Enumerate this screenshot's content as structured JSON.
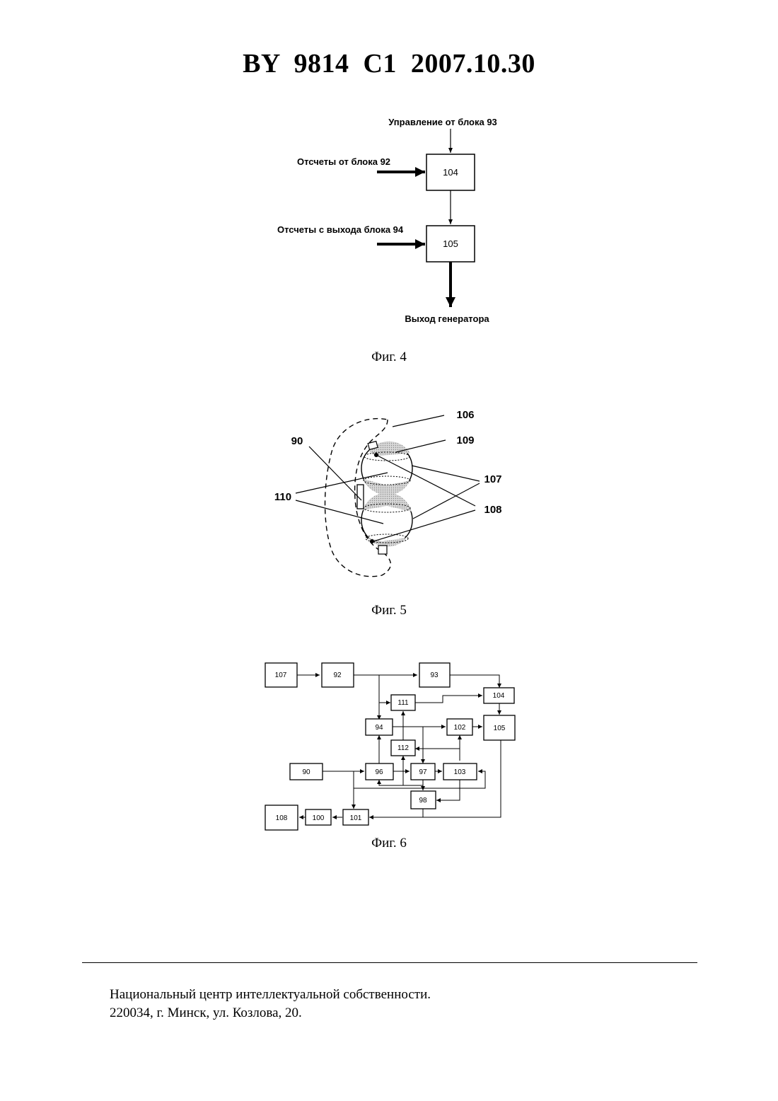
{
  "header": {
    "title": "BY  9814  C1  2007.10.30"
  },
  "fig4": {
    "caption": "Фиг. 4",
    "label_control": "Управление от блока 93",
    "label_counts92": "Отсчеты от блока 92",
    "label_counts94": "Отсчеты с выхода блока 94",
    "label_output": "Выход генератора",
    "block_104": "104",
    "block_105": "105"
  },
  "fig5": {
    "caption": "Фиг. 5",
    "labels": {
      "l106": "106",
      "l109": "109",
      "l90": "90",
      "l107": "107",
      "l110": "110",
      "l108": "108"
    }
  },
  "fig6": {
    "caption": "Фиг. 6",
    "blocks": {
      "b107": "107",
      "b92": "92",
      "b93": "93",
      "b104": "104",
      "b111": "111",
      "b94": "94",
      "b102": "102",
      "b105": "105",
      "b112": "112",
      "b90": "90",
      "b96": "96",
      "b97": "97",
      "b103": "103",
      "b98": "98",
      "b108": "108",
      "b100": "100",
      "b101": "101"
    }
  },
  "footer": {
    "line1": "Национальный центр интеллектуальной собственности.",
    "line2": "220034, г. Минск, ул. Козлова, 20."
  }
}
